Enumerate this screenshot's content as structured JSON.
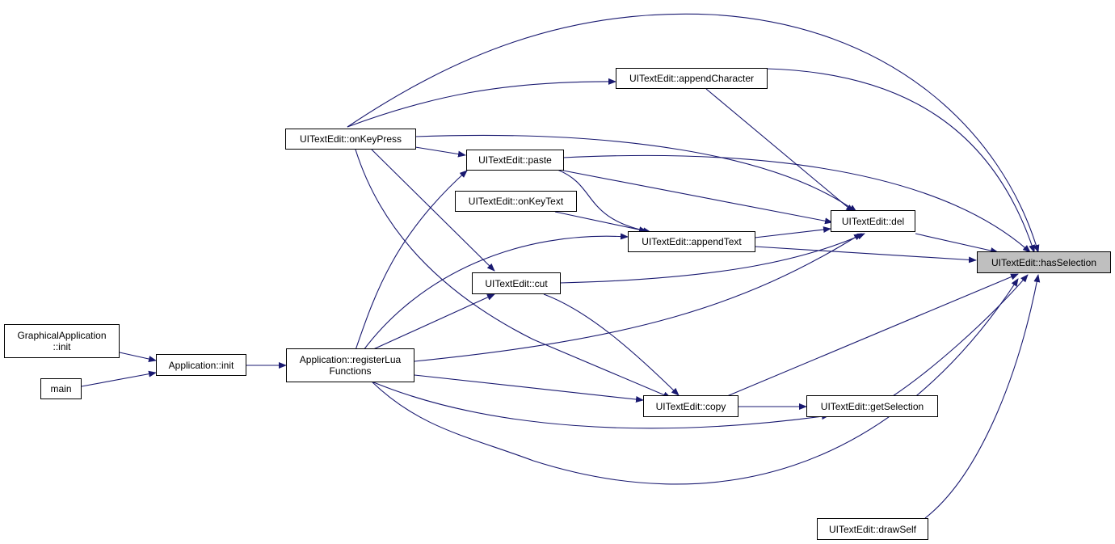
{
  "colors": {
    "edge": "#191970",
    "node_border": "#000000",
    "focus_fill": "#bfbfbf",
    "background": "#ffffff"
  },
  "nodes": {
    "has_selection": {
      "label": "UITextEdit::hasSelection"
    },
    "append_character": {
      "label": "UITextEdit::appendCharacter"
    },
    "on_key_press": {
      "label": "UITextEdit::onKeyPress"
    },
    "paste": {
      "label": "UITextEdit::paste"
    },
    "on_key_text": {
      "label": "UITextEdit::onKeyText"
    },
    "del": {
      "label": "UITextEdit::del"
    },
    "append_text": {
      "label": "UITextEdit::appendText"
    },
    "cut": {
      "label": "UITextEdit::cut"
    },
    "graphical_app_init": {
      "label_line1": "GraphicalApplication",
      "label_line2": "::init"
    },
    "app_init": {
      "label": "Application::init"
    },
    "main": {
      "label": "main"
    },
    "register_lua": {
      "label_line1": "Application::registerLua",
      "label_line2": "Functions"
    },
    "copy": {
      "label": "UITextEdit::copy"
    },
    "get_selection": {
      "label": "UITextEdit::getSelection"
    },
    "draw_self": {
      "label": "UITextEdit::drawSelf"
    }
  }
}
